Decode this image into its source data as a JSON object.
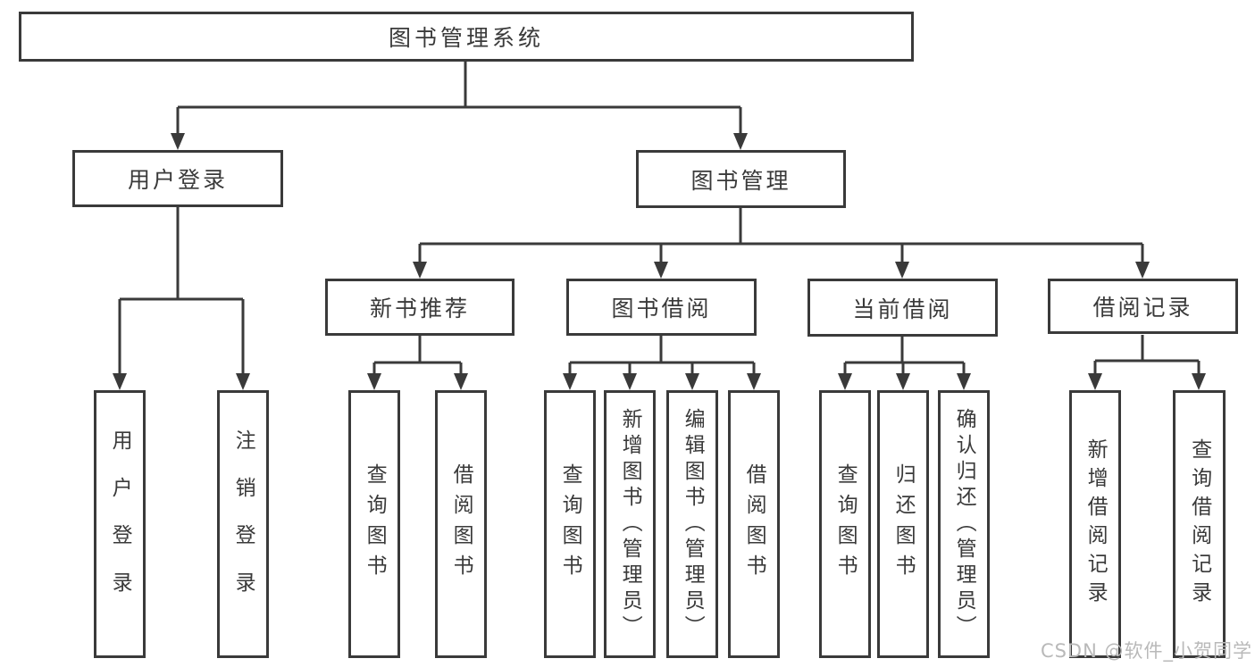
{
  "tree": {
    "root": {
      "label": "图书管理系统"
    },
    "children": [
      {
        "label": "用户登录",
        "children": [
          {
            "label": "用户登录"
          },
          {
            "label": "注销登录"
          }
        ]
      },
      {
        "label": "图书管理",
        "children": [
          {
            "label": "新书推荐",
            "children": [
              {
                "label": "查询图书"
              },
              {
                "label": "借阅图书"
              }
            ]
          },
          {
            "label": "图书借阅",
            "children": [
              {
                "label": "查询图书"
              },
              {
                "label": "新增图书（管理员）"
              },
              {
                "label": "编辑图书（管理员）"
              },
              {
                "label": "借阅图书"
              }
            ]
          },
          {
            "label": "当前借阅",
            "children": [
              {
                "label": "查询图书"
              },
              {
                "label": "归还图书"
              },
              {
                "label": "确认归还（管理员）"
              }
            ]
          },
          {
            "label": "借阅记录",
            "children": [
              {
                "label": "新增借阅记录"
              },
              {
                "label": "查询借阅记录"
              }
            ]
          }
        ]
      }
    ]
  },
  "watermark": {
    "text": "CSDN @软件_小贺同学"
  },
  "colors": {
    "node_border": "#3a3a3a",
    "connector": "#3a3a3a",
    "text": "#3a3a3a",
    "watermark_text": "#b9b9b9",
    "background": "#ffffff"
  }
}
